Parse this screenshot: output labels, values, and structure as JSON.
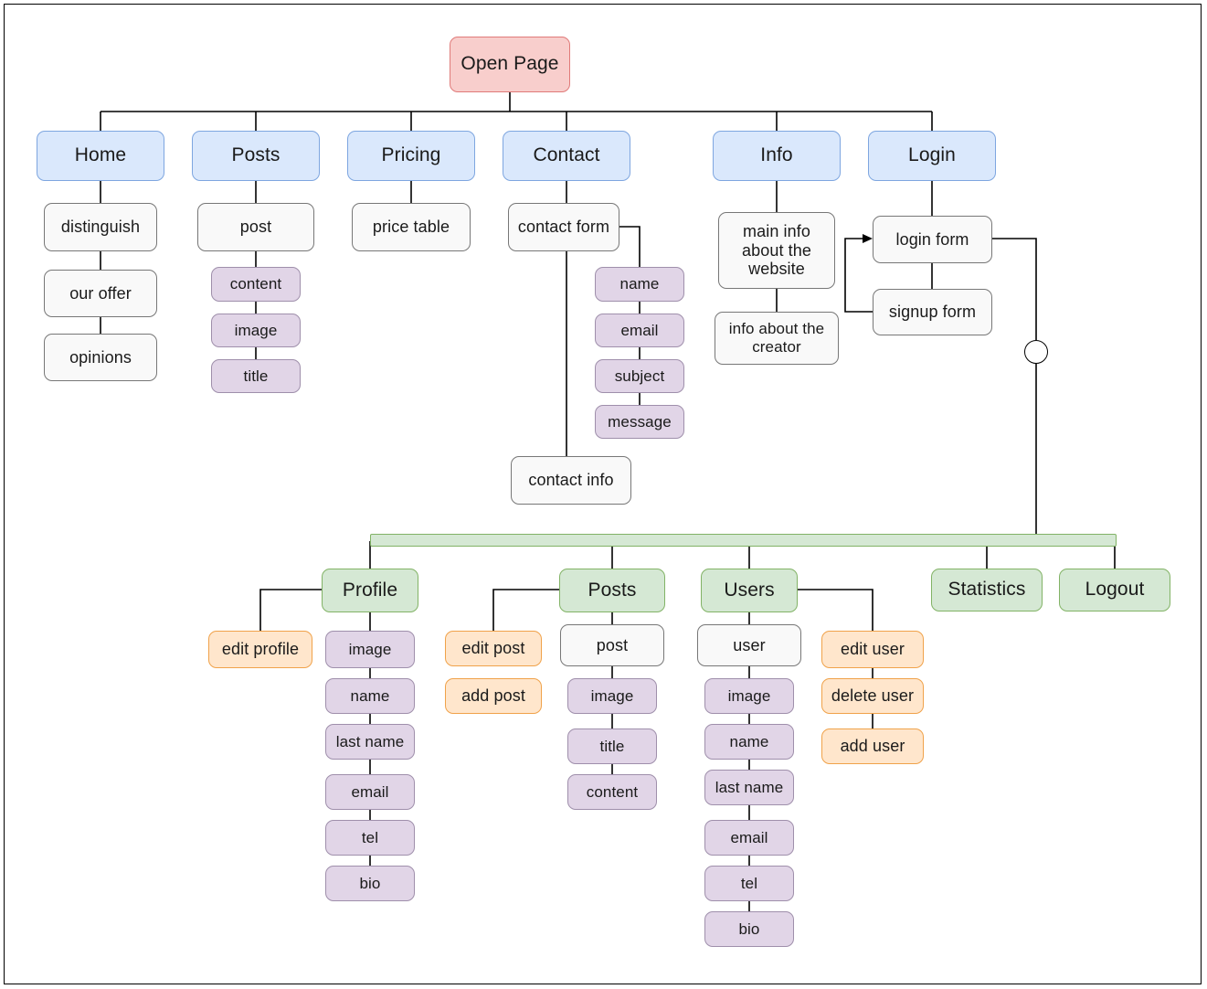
{
  "diagram": {
    "title": "Website sitemap flowchart",
    "type": "tree-sitemap",
    "palette": {
      "root_fill": "#f8cecc",
      "root_stroke": "#e07a79",
      "nav_fill": "#dae8fc",
      "nav_stroke": "#7ea6e0",
      "plain_fill": "#f9f9f9",
      "plain_stroke": "#777777",
      "field_fill": "#e1d5e7",
      "field_stroke": "#9f8fab",
      "admin_fill": "#d5e8d4",
      "admin_stroke": "#82b366",
      "action_fill": "#ffe6cc",
      "action_stroke": "#f0a24a",
      "edge": "#000000",
      "background": "#ffffff"
    }
  },
  "nodes": {
    "root": {
      "label": "Open Page"
    },
    "nav": [
      {
        "label": "Home"
      },
      {
        "label": "Posts"
      },
      {
        "label": "Pricing"
      },
      {
        "label": "Contact"
      },
      {
        "label": "Info"
      },
      {
        "label": "Login"
      }
    ],
    "home_children": [
      {
        "label": "distinguish"
      },
      {
        "label": "our offer"
      },
      {
        "label": "opinions"
      }
    ],
    "posts_children": [
      {
        "label": "post"
      },
      {
        "label": "content"
      },
      {
        "label": "image"
      },
      {
        "label": "title"
      }
    ],
    "pricing_children": [
      {
        "label": "price table"
      }
    ],
    "contact_children": [
      {
        "label": "contact form"
      },
      {
        "label": "contact info"
      }
    ],
    "contact_form_fields": [
      {
        "label": "name"
      },
      {
        "label": "email"
      },
      {
        "label": "subject"
      },
      {
        "label": "message"
      }
    ],
    "info_children": [
      {
        "label": "main info\nabout the\nwebsite"
      },
      {
        "label": "info about the\ncreator"
      }
    ],
    "login_children": [
      {
        "label": "login form"
      },
      {
        "label": "signup form"
      }
    ],
    "admin_sections": [
      {
        "label": "Profile"
      },
      {
        "label": "Posts"
      },
      {
        "label": "Users"
      },
      {
        "label": "Statistics"
      },
      {
        "label": "Logout"
      }
    ],
    "profile_actions": [
      {
        "label": "edit profile"
      }
    ],
    "profile_fields": [
      {
        "label": "image"
      },
      {
        "label": "name"
      },
      {
        "label": "last name"
      },
      {
        "label": "email"
      },
      {
        "label": "tel"
      },
      {
        "label": "bio"
      }
    ],
    "admin_posts_actions": [
      {
        "label": "edit post"
      },
      {
        "label": "add post"
      }
    ],
    "admin_posts_fields": [
      {
        "label": "post"
      },
      {
        "label": "image"
      },
      {
        "label": "title"
      },
      {
        "label": "content"
      }
    ],
    "users_fields": [
      {
        "label": "user"
      },
      {
        "label": "image"
      },
      {
        "label": "name"
      },
      {
        "label": "last name"
      },
      {
        "label": "email"
      },
      {
        "label": "tel"
      },
      {
        "label": "bio"
      }
    ],
    "users_actions": [
      {
        "label": "edit user"
      },
      {
        "label": "delete user"
      },
      {
        "label": "add user"
      }
    ],
    "junction": {
      "label": ""
    }
  }
}
